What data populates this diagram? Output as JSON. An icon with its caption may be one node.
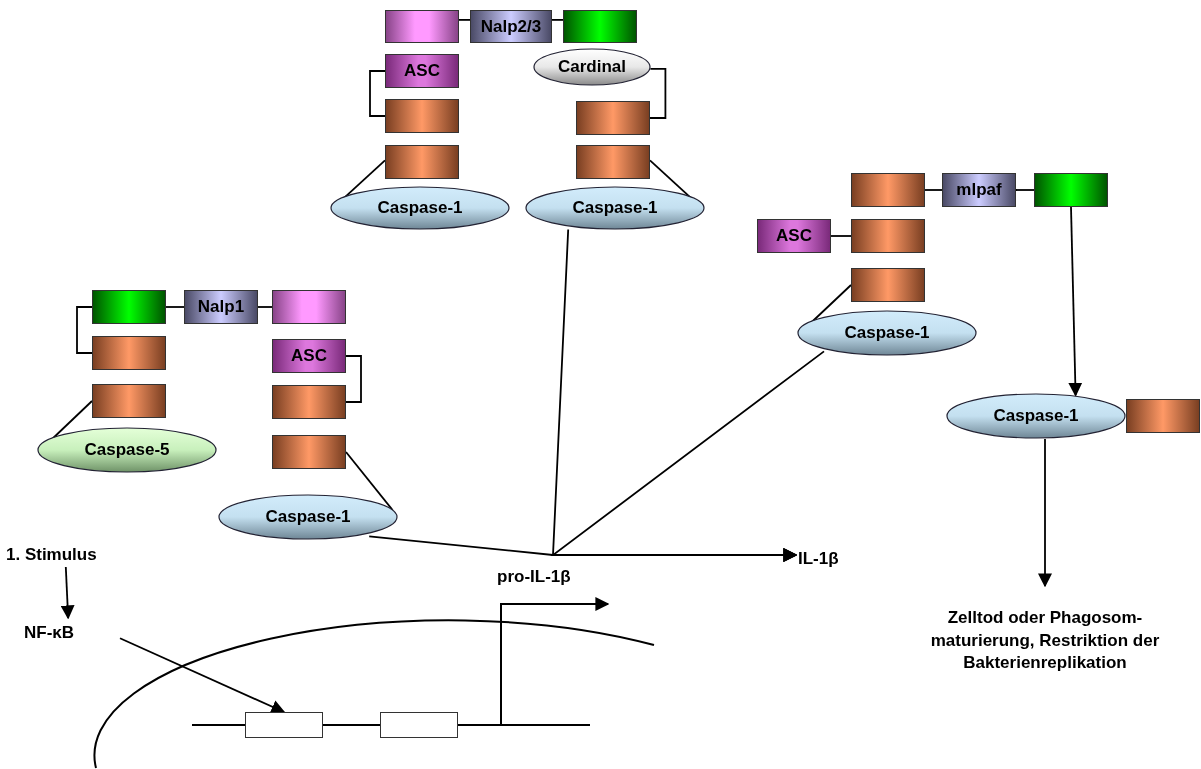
{
  "diagram": {
    "nodes": [
      {
        "text": [],
        "shape": "box"
      },
      {
        "text": [
          "Nalp2/3"
        ]
      },
      {
        "text": [],
        "shape": "box"
      },
      {
        "text": [
          "ASC"
        ]
      },
      {
        "text": [
          "Cardinal"
        ]
      },
      {
        "text": [],
        "shape": "box"
      },
      {
        "text": [],
        "shape": "box"
      },
      {
        "text": [],
        "shape": "box"
      },
      {
        "text": [],
        "shape": "box"
      },
      {
        "text": [
          "Caspase-1"
        ]
      },
      {
        "text": [
          "Caspase-1"
        ]
      },
      {
        "text": [],
        "shape": "box"
      },
      {
        "text": [
          "mlpaf"
        ]
      },
      {
        "text": [],
        "shape": "box"
      },
      {
        "text": [
          "ASC"
        ]
      },
      {
        "text": [],
        "shape": "box"
      },
      {
        "text": [],
        "shape": "box"
      },
      {
        "text": [
          "Caspase-1"
        ]
      },
      {
        "text": [
          "Caspase-1"
        ]
      },
      {
        "text": [],
        "shape": "box"
      },
      {
        "text": [],
        "shape": "box"
      },
      {
        "text": [
          "Nalp1"
        ]
      },
      {
        "text": [],
        "shape": "box"
      },
      {
        "text": [],
        "shape": "box"
      },
      {
        "text": [
          "ASC"
        ]
      },
      {
        "text": [],
        "shape": "box"
      },
      {
        "text": [],
        "shape": "box"
      },
      {
        "text": [
          "Caspase-5"
        ]
      },
      {
        "text": [],
        "shape": "box"
      },
      {
        "text": [
          "Caspase-1"
        ]
      },
      {
        "text": [
          "1. Stimulus"
        ]
      },
      {
        "text": [
          "NF-κB"
        ]
      },
      {
        "text": [
          "IL-1β"
        ]
      },
      {
        "text": [
          "Zelltod oder Phagosom- maturierung, Restriktion der Bakterienreplikation"
        ]
      },
      {
        "text": [],
        "shape": "box"
      },
      {
        "text": [],
        "shape": "box"
      }
    ],
    "edges": [
      {
        "from": 0,
        "to": 1,
        "arrow": "none"
      },
      {
        "from": 1,
        "to": 2,
        "arrow": "none"
      },
      {
        "from": 3,
        "to": 5,
        "arrow": "none"
      },
      {
        "from": 4,
        "to": 6,
        "arrow": "none"
      },
      {
        "from": 7,
        "to": 9,
        "arrow": "none"
      },
      {
        "from": 8,
        "to": 10,
        "arrow": "none"
      },
      {
        "from": 11,
        "to": 12,
        "arrow": "none"
      },
      {
        "from": 12,
        "to": 13,
        "arrow": "none"
      },
      {
        "from": 14,
        "to": 15,
        "arrow": "none"
      },
      {
        "from": 16,
        "to": 17,
        "arrow": "none"
      },
      {
        "from": 13,
        "to": 18,
        "arrow": "to"
      },
      {
        "from": 18,
        "to": 33,
        "arrow": "to"
      },
      {
        "from": 20,
        "to": 21,
        "arrow": "none"
      },
      {
        "from": 21,
        "to": 22,
        "arrow": "none"
      },
      {
        "from": 20,
        "to": 23,
        "arrow": "none"
      },
      {
        "from": 25,
        "to": 27,
        "arrow": "none"
      },
      {
        "from": 24,
        "to": 26,
        "arrow": "none"
      },
      {
        "from": 28,
        "to": 29,
        "arrow": "none"
      },
      {
        "from": 10,
        "to": 32,
        "arrow": "to"
      },
      {
        "from": 17,
        "to": 32,
        "arrow": "to"
      },
      {
        "from": 29,
        "to": 32,
        "arrow": "to"
      },
      {
        "from": 30,
        "to": 31,
        "arrow": "to"
      },
      {
        "from": 31,
        "to": 34,
        "arrow": "to"
      }
    ],
    "labels": [
      "pro-IL-1β"
    ]
  }
}
